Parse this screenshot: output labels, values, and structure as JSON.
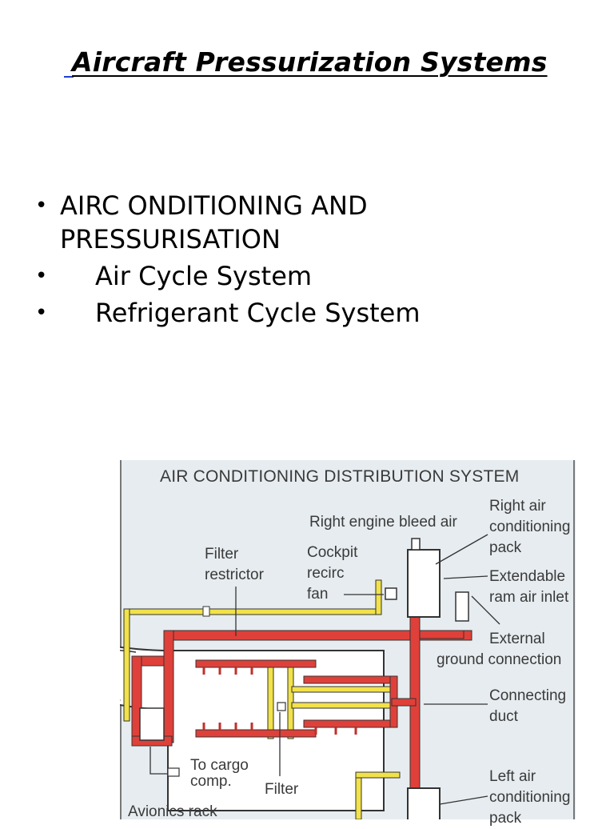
{
  "slide": {
    "title": "Aircraft Pressurization Systems",
    "bullets": [
      {
        "line1": "AIRC ONDITIONING AND",
        "line2": "PRESSURISATION"
      },
      {
        "text": "Air Cycle System"
      },
      {
        "text": "Refrigerant Cycle System"
      }
    ]
  },
  "figure": {
    "title": "AIR CONDITIONING DISTRIBUTION SYSTEM",
    "labels": {
      "right_engine_bleed": "Right engine bleed air",
      "right_pack_1": "Right air",
      "right_pack_2": "conditioning",
      "right_pack_3": "pack",
      "filter_restrictor_1": "Filter",
      "filter_restrictor_2": "restrictor",
      "cockpit_fan_1": "Cockpit",
      "cockpit_fan_2": "recirc",
      "cockpit_fan_3": "fan",
      "ram_air_1": "Extendable",
      "ram_air_2": "ram air inlet",
      "external_ground_1": "External",
      "external_ground_2": "ground connection",
      "connecting_duct_1": "Connecting",
      "connecting_duct_2": "duct",
      "to_cargo_1": "To cargo",
      "to_cargo_2": "comp.",
      "filter": "Filter",
      "left_pack_1": "Left air",
      "left_pack_2": "conditioning",
      "left_pack_3": "pack",
      "avionics_rack": "Avionics rack"
    },
    "colors": {
      "hot_duct": "#e0403a",
      "cold_duct": "#f2e24a",
      "panel": "#e6ecef",
      "line": "#555555"
    }
  }
}
